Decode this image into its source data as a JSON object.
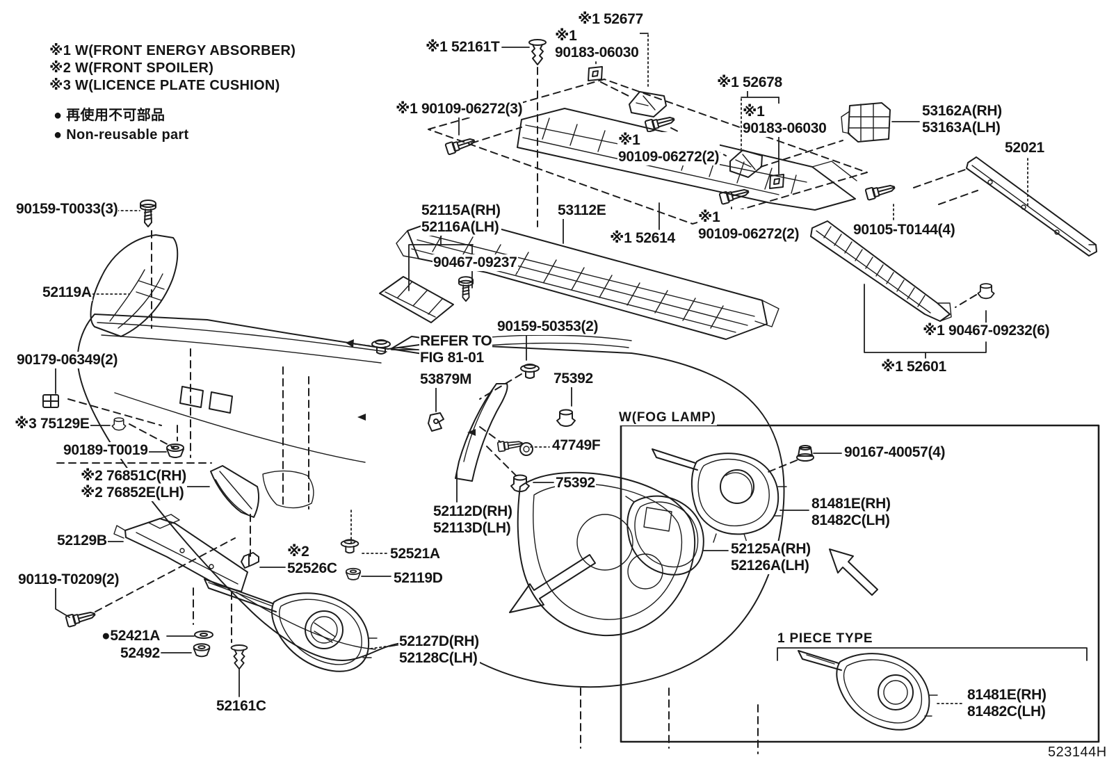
{
  "style": {
    "line_color": "#1c1c1c",
    "background": "#ffffff"
  },
  "legend": {
    "notes": [
      "※1 W(FRONT ENERGY ABSORBER)",
      "※2 W(FRONT SPOILER)",
      "※3 W(LICENCE PLATE CUSHION)"
    ],
    "nonreusable_jp": "● 再使用不可部品",
    "nonreusable_en": "● Non-reusable part"
  },
  "sections": {
    "fog_lamp": "W(FOG LAMP)",
    "one_piece": "1 PIECE TYPE"
  },
  "figure_code": "523144H",
  "labels": [
    {
      "id": "legend-note-1",
      "text": "※1 W(FRONT ENERGY ABSORBER)"
    },
    {
      "id": "legend-note-2",
      "text": "※2 W(FRONT SPOILER)"
    },
    {
      "id": "legend-note-3",
      "text": "※3 W(LICENCE PLATE CUSHION)"
    },
    {
      "id": "legend-nonreusable-jp",
      "text": "● 再使用不可部品"
    },
    {
      "id": "legend-nonreusable-en",
      "text": "● Non-reusable part"
    },
    {
      "id": "part-52161T",
      "text": "※1 52161T"
    },
    {
      "id": "part-52677",
      "text": "※1 52677"
    },
    {
      "id": "part-90183-06030-a",
      "text": "※1\n90183-06030"
    },
    {
      "id": "part-90109-06272-3",
      "text": "※1 90109-06272(3)"
    },
    {
      "id": "part-90109-06272-2a",
      "text": "※1\n90109-06272(2)"
    },
    {
      "id": "part-52678",
      "text": "※1 52678"
    },
    {
      "id": "part-90183-06030-b",
      "text": "※1\n90183-06030"
    },
    {
      "id": "part-53162A",
      "text": "53162A(RH)\n53163A(LH)"
    },
    {
      "id": "part-52021",
      "text": "52021"
    },
    {
      "id": "part-90109-06272-2b",
      "text": "※1\n90109-06272(2)"
    },
    {
      "id": "part-90105-T0144",
      "text": "90105-T0144(4)"
    },
    {
      "id": "part-52115A",
      "text": "52115A(RH)\n52116A(LH)"
    },
    {
      "id": "part-53112E",
      "text": "53112E"
    },
    {
      "id": "part-52614",
      "text": "※1 52614"
    },
    {
      "id": "part-90467-09237",
      "text": "90467-09237"
    },
    {
      "id": "part-90159-T0033",
      "text": "90159-T0033(3)"
    },
    {
      "id": "part-52119A",
      "text": "52119A"
    },
    {
      "id": "note-refer-fig",
      "text": "REFER TO\nFIG 81-01"
    },
    {
      "id": "part-90159-50353",
      "text": "90159-50353(2)"
    },
    {
      "id": "part-53879M",
      "text": "53879M"
    },
    {
      "id": "part-75392-a",
      "text": "75392"
    },
    {
      "id": "part-47749F",
      "text": "47749F"
    },
    {
      "id": "part-75392-b",
      "text": "75392"
    },
    {
      "id": "part-52112D",
      "text": "52112D(RH)\n52113D(LH)"
    },
    {
      "id": "part-90467-09232",
      "text": "※1 90467-09232(6)"
    },
    {
      "id": "part-52601",
      "text": "※1 52601"
    },
    {
      "id": "part-90179-06349",
      "text": "90179-06349(2)"
    },
    {
      "id": "part-75129E",
      "text": "※3 75129E"
    },
    {
      "id": "part-90189-T0019",
      "text": "90189-T0019"
    },
    {
      "id": "part-76851C",
      "text": "※2 76851C(RH)\n※2 76852E(LH)"
    },
    {
      "id": "part-52129B",
      "text": "52129B"
    },
    {
      "id": "part-90119-T0209",
      "text": "90119-T0209(2)"
    },
    {
      "id": "part-52421A",
      "text": "●52421A"
    },
    {
      "id": "part-52492",
      "text": "52492"
    },
    {
      "id": "part-52161C",
      "text": "52161C"
    },
    {
      "id": "part-52526C",
      "text": "※2\n52526C"
    },
    {
      "id": "part-52521A",
      "text": "52521A"
    },
    {
      "id": "part-52119D",
      "text": "52119D"
    },
    {
      "id": "part-52127D",
      "text": "52127D(RH)\n52128C(LH)"
    },
    {
      "id": "section-fog-lamp",
      "text": "W(FOG LAMP)"
    },
    {
      "id": "part-90167-40057",
      "text": "90167-40057(4)"
    },
    {
      "id": "part-81481E-a",
      "text": "81481E(RH)\n81482C(LH)"
    },
    {
      "id": "part-52125A",
      "text": "52125A(RH)\n52126A(LH)"
    },
    {
      "id": "section-one-piece",
      "text": "1 PIECE TYPE"
    },
    {
      "id": "part-81481E-b",
      "text": "81481E(RH)\n81482C(LH)"
    },
    {
      "id": "figure-code",
      "text": "523144H"
    }
  ]
}
